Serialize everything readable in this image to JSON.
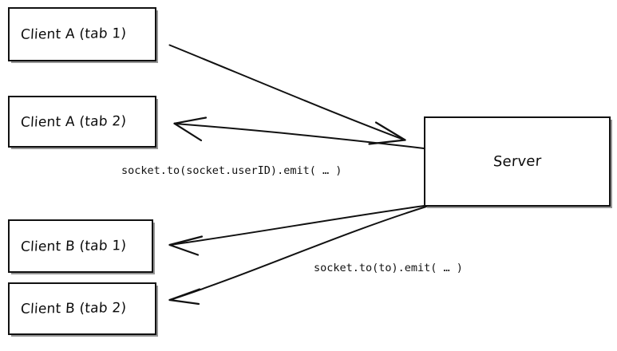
{
  "diagram": {
    "type": "socket-io-room-broadcast-diagram",
    "background": "#ffffff",
    "stroke_color": "#111111",
    "nodes": [
      {
        "id": "client-a-tab-1",
        "label": "Client A (tab 1)"
      },
      {
        "id": "client-a-tab-2",
        "label": "Client A (tab 2)"
      },
      {
        "id": "client-b-tab-1",
        "label": "Client B (tab 1)"
      },
      {
        "id": "client-b-tab-2",
        "label": "Client B (tab 2)"
      },
      {
        "id": "server",
        "label": "Server"
      }
    ],
    "edges": [
      {
        "id": "edge-a1-to-server",
        "from": "client-a-tab-1",
        "to": "server",
        "direction": "to-server"
      },
      {
        "id": "edge-server-to-a2",
        "from": "server",
        "to": "client-a-tab-2",
        "direction": "to-client"
      },
      {
        "id": "edge-server-to-b1",
        "from": "server",
        "to": "client-b-tab-1",
        "direction": "to-client"
      },
      {
        "id": "edge-server-to-b2",
        "from": "server",
        "to": "client-b-tab-2",
        "direction": "to-client"
      }
    ],
    "edge_labels": [
      {
        "id": "label-user-id",
        "text": "socket.to(socket.userID).emit( … )"
      },
      {
        "id": "label-to",
        "text": "socket.to(to).emit( … )"
      }
    ]
  }
}
